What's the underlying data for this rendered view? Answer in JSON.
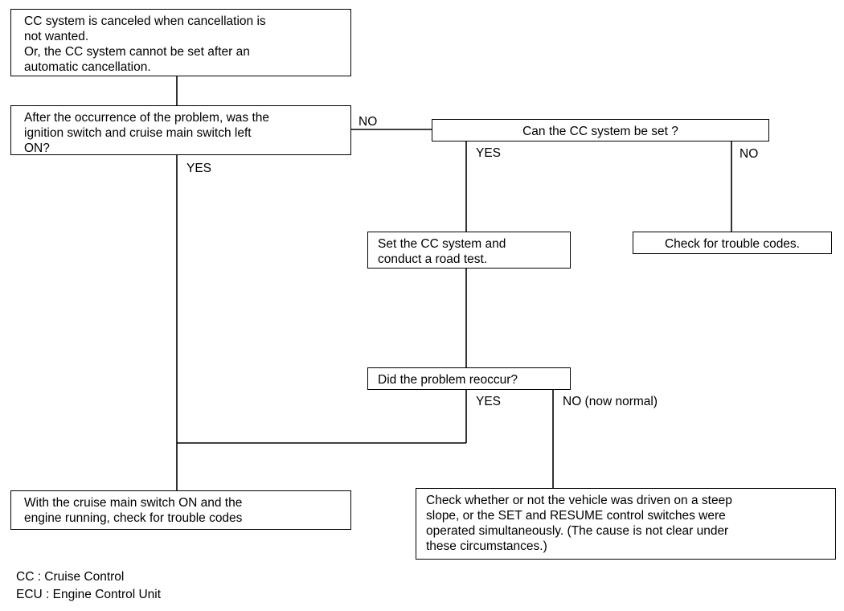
{
  "nodes": {
    "start": "CC system is canceled when cancellation is\nnot wanted.\nOr, the CC system cannot be set after an\nautomatic cancellation.",
    "q_ignition": "After the occurrence of the problem, was the\nignition switch and cruise main switch left\nON?",
    "q_can_set": "Can the CC system be set ?",
    "set_test": "Set the CC system and\nconduct a road test.",
    "check_codes": "Check for trouble codes.",
    "q_reoccur": "Did the problem reoccur?",
    "check_engine": "With the cruise main switch ON and the\nengine running, check for trouble codes",
    "check_slope": "Check whether or not the vehicle was driven on a steep\nslope, or the SET and RESUME control switches were\noperated simultaneously. (The cause is not clear under\nthese circumstances.)"
  },
  "branch_labels": {
    "ignition_no": "NO",
    "ignition_yes": "YES",
    "can_set_yes": "YES",
    "can_set_no": "NO",
    "reoccur_yes": "YES",
    "reoccur_no": "NO (now normal)"
  },
  "legend": [
    "CC : Cruise Control",
    "ECU : Engine Control Unit"
  ]
}
